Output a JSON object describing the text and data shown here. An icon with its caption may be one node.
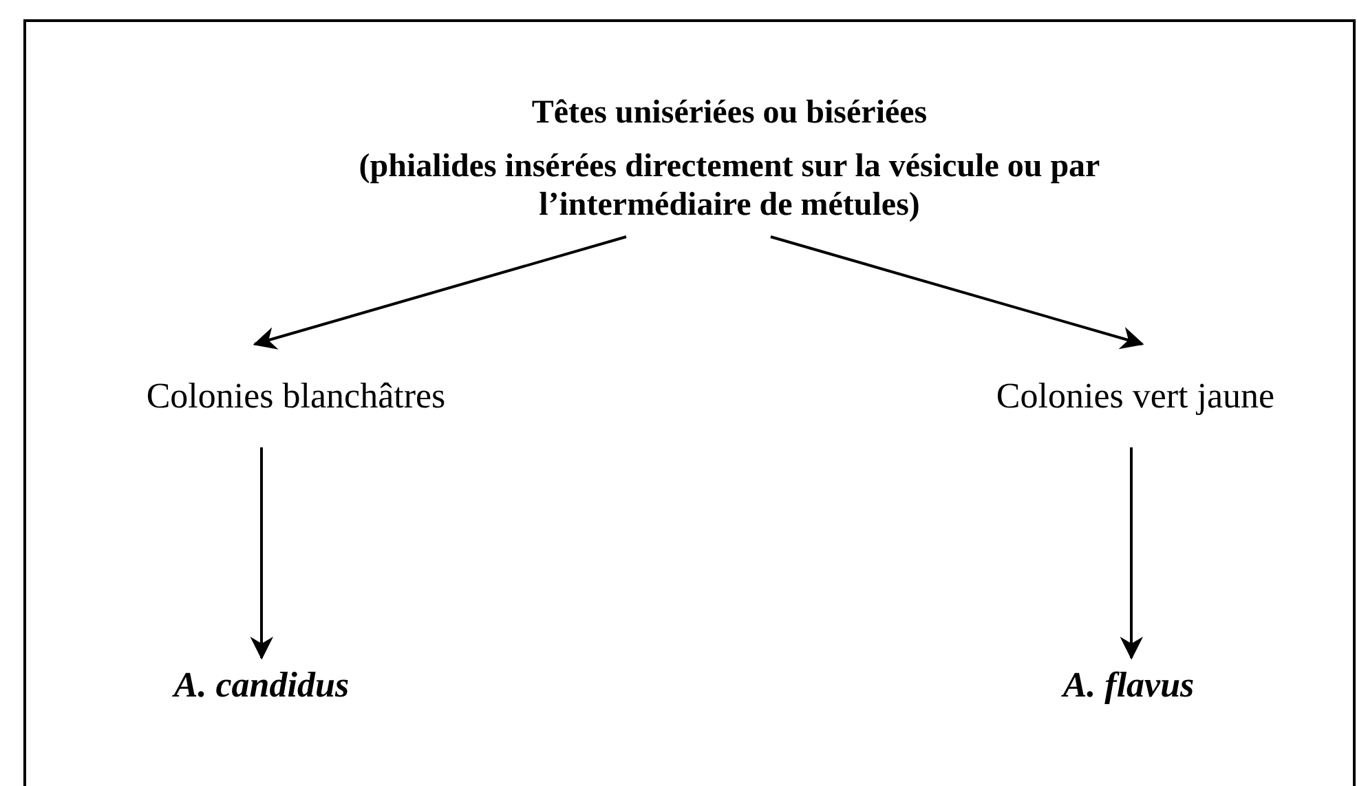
{
  "diagram": {
    "nodes": [
      {
        "text": [
          "Têtes unisériées ou bisériées",
          "(phialides insérées directement sur la vésicule ou par l’intermédiaire de métules)"
        ]
      },
      {
        "text": [
          "Colonies blanchâtres"
        ]
      },
      {
        "text": [
          "Colonies vert jaune"
        ]
      },
      {
        "text": [
          "A. candidus"
        ]
      },
      {
        "text": [
          "A. flavus"
        ]
      }
    ],
    "edges": [
      {
        "from": 0,
        "to": 1,
        "arrow": "to"
      },
      {
        "from": 0,
        "to": 2,
        "arrow": "to"
      },
      {
        "from": 1,
        "to": 3,
        "arrow": "to"
      },
      {
        "from": 2,
        "to": 4,
        "arrow": "to"
      }
    ]
  }
}
